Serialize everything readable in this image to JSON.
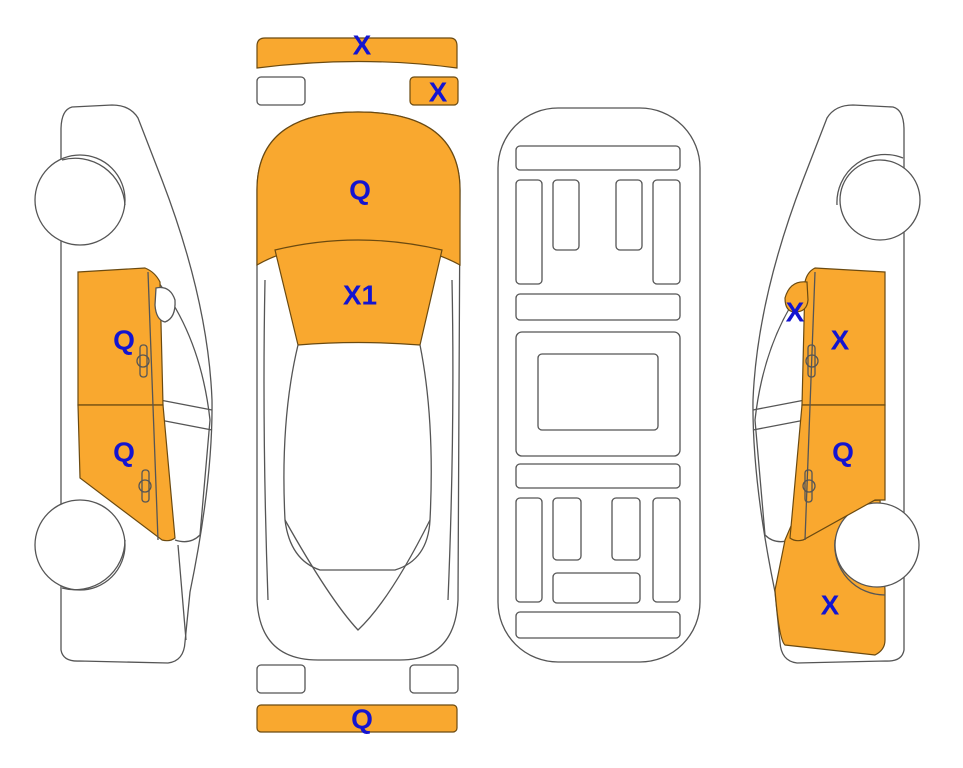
{
  "colors": {
    "damage_fill": "#F9A82F",
    "label": "#1414D0",
    "outline": "#555555"
  },
  "markers": {
    "front_bumper": "X",
    "front_right_light": "X",
    "hood": "Q",
    "windshield": "X1",
    "left_front_door": "Q",
    "left_rear_door": "Q",
    "right_mirror": "X",
    "right_front_door": "X",
    "right_rear_door": "Q",
    "right_rear_fender": "X",
    "rear_bumper": "Q"
  }
}
